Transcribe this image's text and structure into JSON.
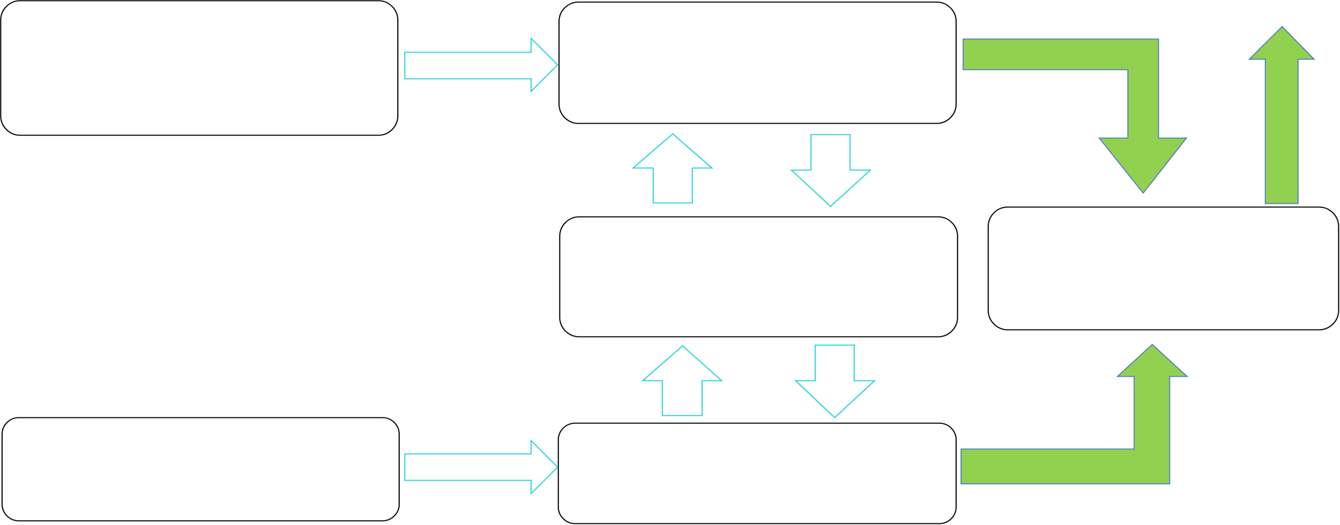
{
  "diagram": {
    "colors": {
      "background": "#ffffff",
      "box_stroke": "#000000",
      "box_fill": "#ffffff",
      "outline_arrow_stroke": "#2dd4d4",
      "outline_arrow_fill": "#ffffff",
      "solid_arrow_fill": "#92d050",
      "solid_arrow_stroke": "#4472c4"
    },
    "boxes": [
      {
        "id": "top-left",
        "label": ""
      },
      {
        "id": "bottom-left",
        "label": ""
      },
      {
        "id": "center-top",
        "label": ""
      },
      {
        "id": "center-middle",
        "label": ""
      },
      {
        "id": "center-bottom",
        "label": ""
      },
      {
        "id": "right",
        "label": ""
      }
    ]
  }
}
